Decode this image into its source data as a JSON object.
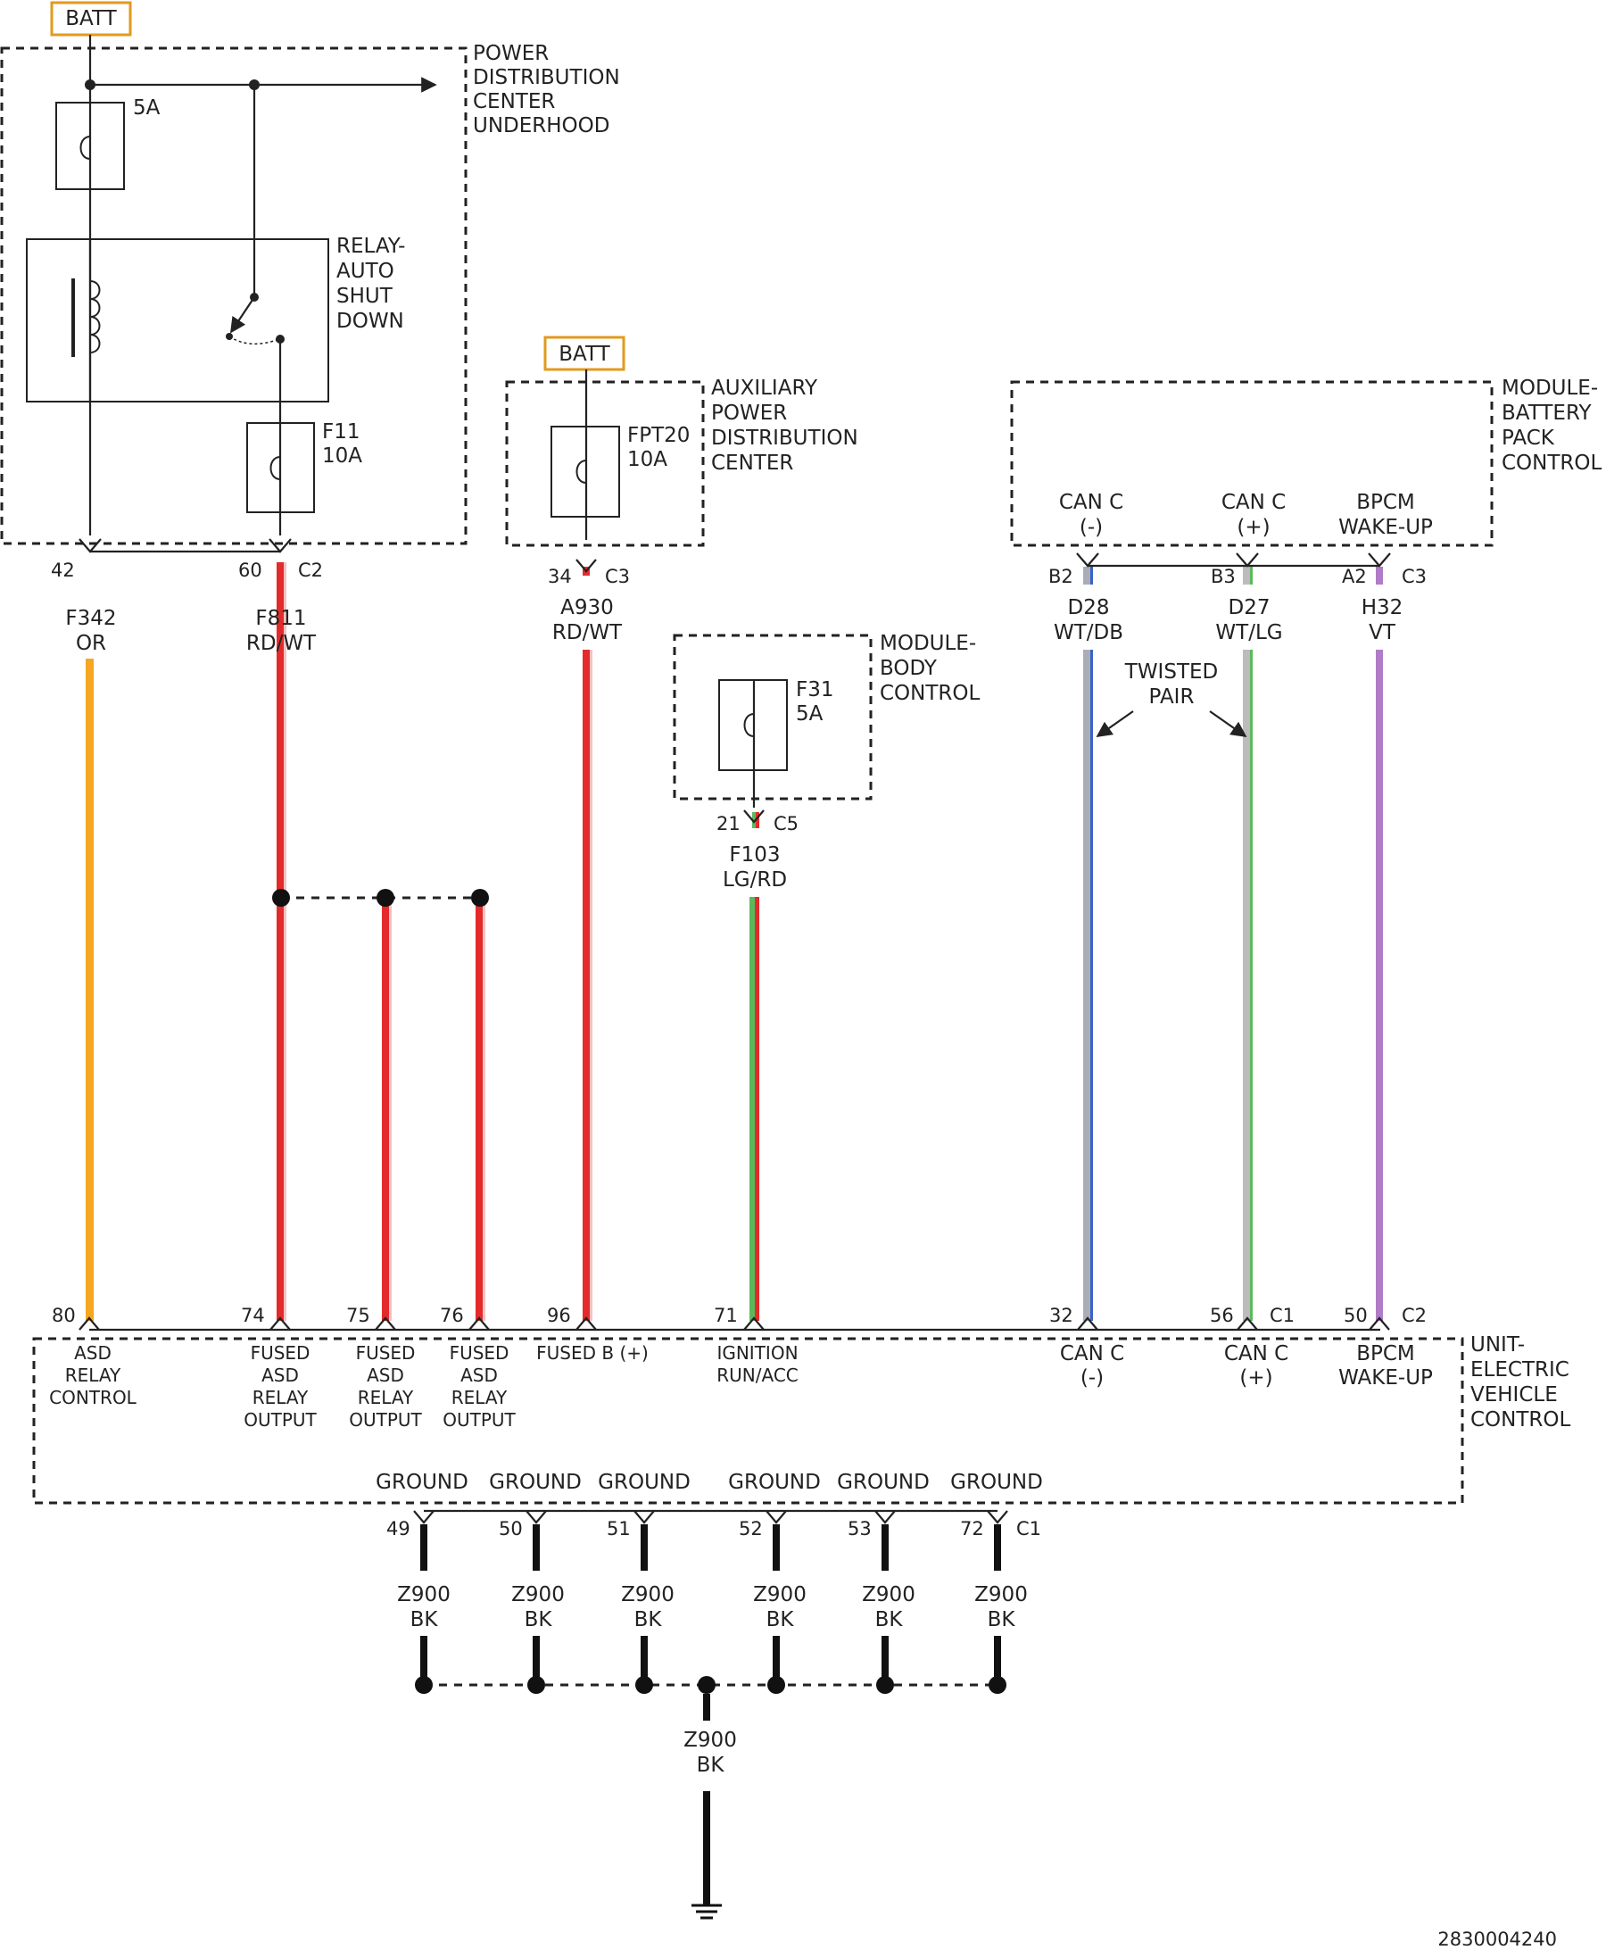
{
  "colors": {
    "orange": "#f5a623",
    "red": "#e32b2b",
    "green": "#5cb85c",
    "gray": "#a9aeb6",
    "blue": "#3a63c7",
    "violet": "#b07cc6",
    "black": "#111111",
    "batt_border": "#e29a1e"
  },
  "batt_label": "BATT",
  "pdc": {
    "title_lines": [
      "POWER",
      "DISTRIBUTION",
      "CENTER",
      "UNDERHOOD"
    ],
    "fuse_5a": "5A",
    "relay_lines": [
      "RELAY-",
      "AUTO",
      "SHUT",
      "DOWN"
    ],
    "f11_lines": [
      "F11",
      "10A"
    ],
    "connector": "C2",
    "pins": [
      "42",
      "60"
    ]
  },
  "apdc": {
    "title_lines": [
      "AUXILIARY",
      "POWER",
      "DISTRIBUTION",
      "CENTER"
    ],
    "fuse_lines": [
      "FPT20",
      "10A"
    ],
    "pin": "34",
    "connector": "C3"
  },
  "bcm": {
    "title_lines": [
      "MODULE-",
      "BODY",
      "CONTROL"
    ],
    "fuse_lines": [
      "F31",
      "5A"
    ],
    "pin": "21",
    "connector": "C5"
  },
  "bpcm": {
    "title_lines": [
      "MODULE-",
      "BATTERY",
      "PACK",
      "CONTROL"
    ],
    "pin_labels": [
      [
        "CAN C",
        "(-)"
      ],
      [
        "CAN C",
        "(+)"
      ],
      [
        "BPCM",
        "WAKE-UP"
      ]
    ],
    "pins": [
      "B2",
      "B3",
      "A2"
    ],
    "connector": "C3"
  },
  "wires": [
    {
      "circuit": "F342",
      "color": "OR"
    },
    {
      "circuit": "F811",
      "color": "RD/WT"
    },
    {
      "circuit": "A930",
      "color": "RD/WT"
    },
    {
      "circuit": "F103",
      "color": "LG/RD"
    },
    {
      "circuit": "D28",
      "color": "WT/DB"
    },
    {
      "circuit": "D27",
      "color": "WT/LG"
    },
    {
      "circuit": "H32",
      "color": "VT"
    }
  ],
  "twisted_pair_lines": [
    "TWISTED",
    "PAIR"
  ],
  "evcu": {
    "title_lines": [
      "UNIT-",
      "ELECTRIC",
      "VEHICLE",
      "CONTROL"
    ],
    "pins": [
      "80",
      "74",
      "75",
      "76",
      "96",
      "71",
      "32",
      "56",
      "50"
    ],
    "connector_c1": "C1",
    "connector_c2": "C2",
    "pin_labels": [
      [
        "ASD",
        "RELAY",
        "CONTROL"
      ],
      [
        "FUSED",
        "ASD",
        "RELAY",
        "OUTPUT"
      ],
      [
        "FUSED",
        "ASD",
        "RELAY",
        "OUTPUT"
      ],
      [
        "FUSED",
        "ASD",
        "RELAY",
        "OUTPUT"
      ],
      [
        "FUSED B (+)"
      ],
      [
        "IGNITION",
        "RUN/ACC"
      ],
      [
        "CAN C",
        "(-)"
      ],
      [
        "CAN C",
        "(+)"
      ],
      [
        "BPCM",
        "WAKE-UP"
      ]
    ],
    "ground_label": "GROUND",
    "ground_pins": [
      "49",
      "50",
      "51",
      "52",
      "53",
      "72"
    ],
    "ground_connector": "C1"
  },
  "ground_wire": {
    "circuit": "Z900",
    "color": "BK"
  },
  "doc_number": "2830004240"
}
